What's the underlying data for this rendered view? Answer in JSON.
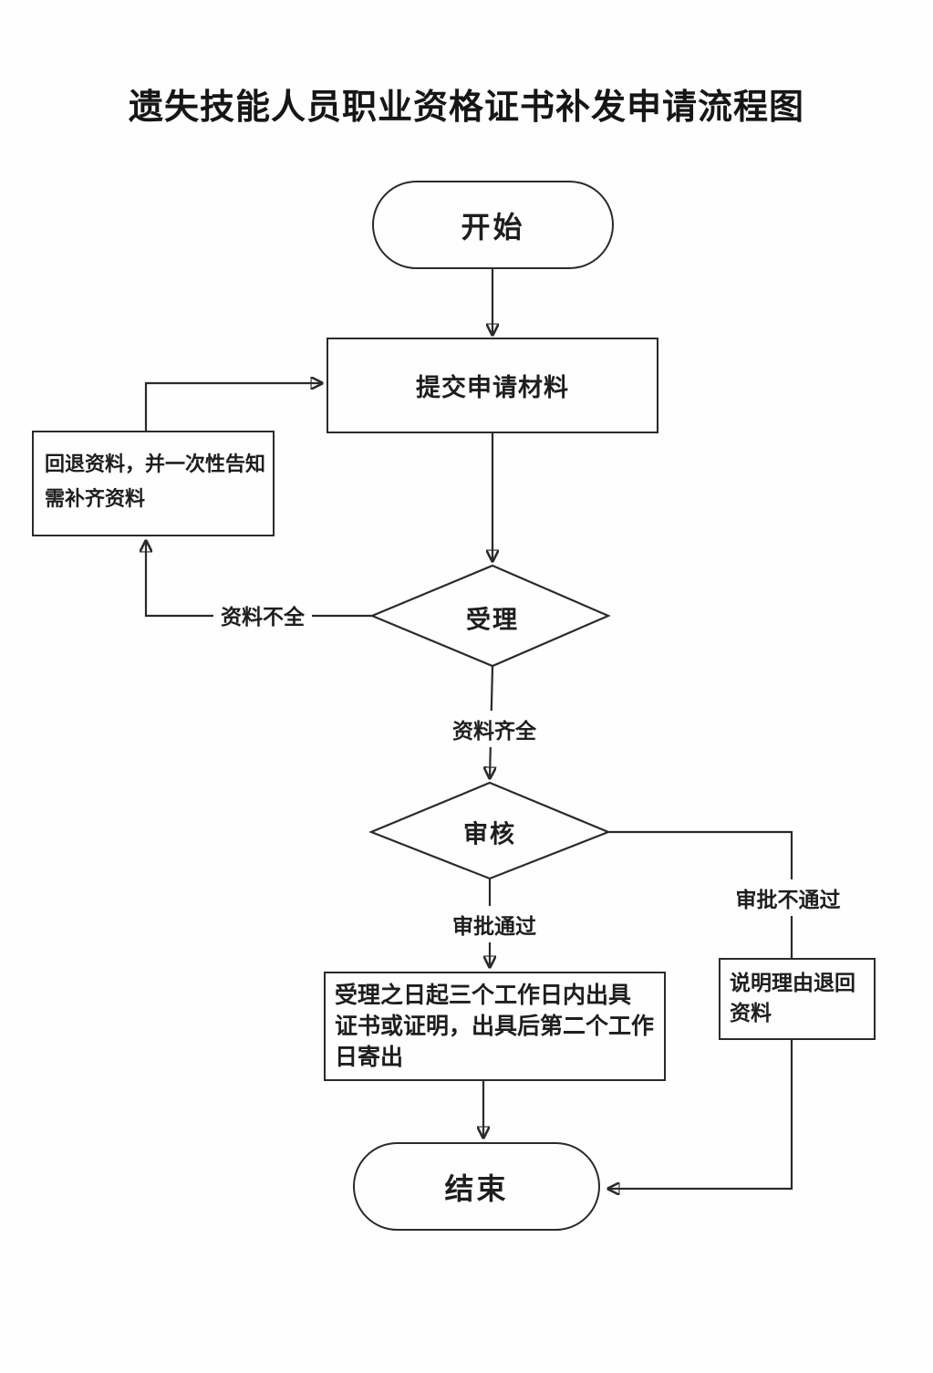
{
  "title": "遗失技能人员职业资格证书补发申请流程图",
  "colors": {
    "ink": "#2a2a2a",
    "background": "#fefefe"
  },
  "flowchart": {
    "nodes": {
      "start": {
        "type": "terminator",
        "label": "开始"
      },
      "submit": {
        "type": "process",
        "label": "提交申请材料"
      },
      "return_materials": {
        "type": "process",
        "label": "回退资料，并一次性告知需补齐资料",
        "lines": [
          "回退资料，并一次性告知",
          "需补齐资料"
        ]
      },
      "accept": {
        "type": "decision",
        "label": "受理"
      },
      "review": {
        "type": "decision",
        "label": "审核"
      },
      "issue": {
        "type": "process",
        "label": "受理之日起三个工作日内出具证书或证明，出具后第二个工作日寄出",
        "lines": [
          "受理之日起三个工作日内出具",
          "证书或证明，出具后第二个工作",
          "日寄出"
        ]
      },
      "explain": {
        "type": "process",
        "label": "说明理由退回资料",
        "lines": [
          "说明理由退回",
          "资料"
        ]
      },
      "end": {
        "type": "terminator",
        "label": "结束"
      }
    },
    "edge_labels": {
      "incomplete": "资料不全",
      "complete": "资料齐全",
      "approved": "审批通过",
      "rejected": "审批不通过"
    },
    "edges": [
      {
        "from": "start",
        "to": "submit",
        "label": ""
      },
      {
        "from": "submit",
        "to": "accept",
        "label": ""
      },
      {
        "from": "accept",
        "to": "return_materials",
        "label": "资料不全"
      },
      {
        "from": "return_materials",
        "to": "submit",
        "label": ""
      },
      {
        "from": "accept",
        "to": "review",
        "label": "资料齐全"
      },
      {
        "from": "review",
        "to": "issue",
        "label": "审批通过"
      },
      {
        "from": "review",
        "to": "explain",
        "label": "审批不通过"
      },
      {
        "from": "issue",
        "to": "end",
        "label": ""
      },
      {
        "from": "explain",
        "to": "end",
        "label": ""
      }
    ]
  }
}
